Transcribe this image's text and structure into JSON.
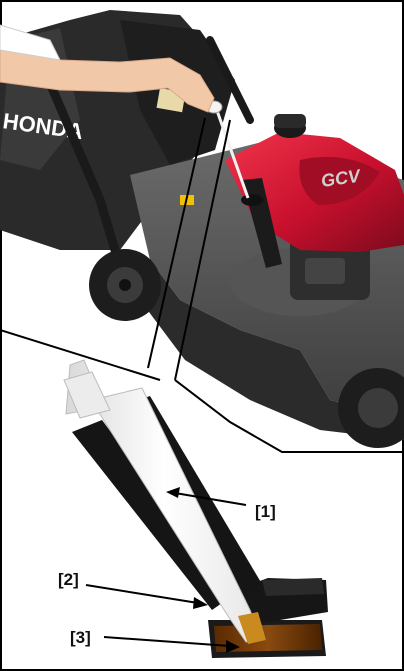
{
  "illustration": {
    "brand_text": "HONDA",
    "engine_badge": "GCV",
    "callouts": [
      {
        "id": "1",
        "label": "[1]"
      },
      {
        "id": "2",
        "label": "[2]"
      },
      {
        "id": "3",
        "label": "[3]"
      }
    ]
  }
}
